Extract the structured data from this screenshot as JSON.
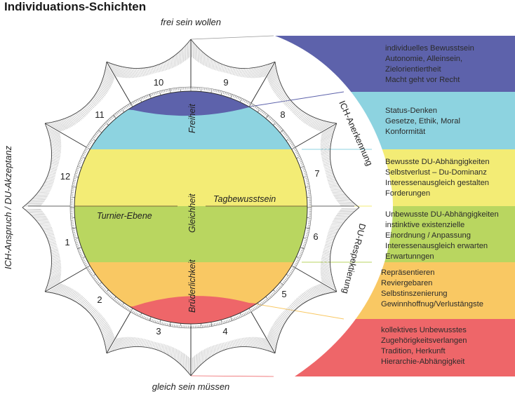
{
  "title": "Individuations-Schichten",
  "axes": {
    "top": "frei sein wollen",
    "bottom": "gleich sein müssen",
    "left": "ICH-Anspruch / DU-Akzeptanz"
  },
  "arc_labels": {
    "upper": "ICH-Anerkennung",
    "lower": "DU-Respektierung"
  },
  "circle_labels": {
    "freiheit": "Freiheit",
    "gleichheit": "Gleichheit",
    "bruederlichkeit": "Brüderlichkeit",
    "tagbewusstsein": "Tagbewusstsein",
    "turnier_ebene": "Turnier-Ebene"
  },
  "segments": [
    "1",
    "2",
    "3",
    "4",
    "5",
    "6",
    "7",
    "8",
    "9",
    "10",
    "11",
    "12"
  ],
  "colors": {
    "violet": "#5d62ab",
    "cyan": "#8dd3e0",
    "yellow": "#f3ec75",
    "green": "#b9d660",
    "orange": "#f9c863",
    "red": "#ee6669"
  },
  "layers": [
    {
      "id": "violet",
      "lines": [
        "individuelles Bewusstsein",
        "Autonomie, Alleinsein,",
        "Zielorientiertheit",
        "Macht geht vor Recht"
      ]
    },
    {
      "id": "cyan",
      "lines": [
        "Status-Denken",
        "Gesetze, Ethik, Moral",
        "Konformität"
      ]
    },
    {
      "id": "yellow",
      "lines": [
        "Bewusste DU-Abhängigkeiten",
        "Selbstverlust – Du-Dominanz",
        "Interessenausgleich gestalten",
        "Forderungen"
      ]
    },
    {
      "id": "green",
      "lines": [
        "Unbewusste DU-Abhängigkeiten",
        "instinktive existenzielle",
        "Einordnung / Anpassung",
        "Interessenausgleich erwarten",
        "Erwartunngen"
      ]
    },
    {
      "id": "orange",
      "lines": [
        "Repräsentieren",
        "Reviergebaren",
        "Selbstinszenierung",
        "Gewinnhoffnug/Verlustängste"
      ]
    },
    {
      "id": "red",
      "lines": [
        "kollektives Unbewusstes",
        "Zugehörigkeitsverlangen",
        "Tradition, Herkunft",
        "Hierarchie-Abhängigkeit"
      ]
    }
  ]
}
